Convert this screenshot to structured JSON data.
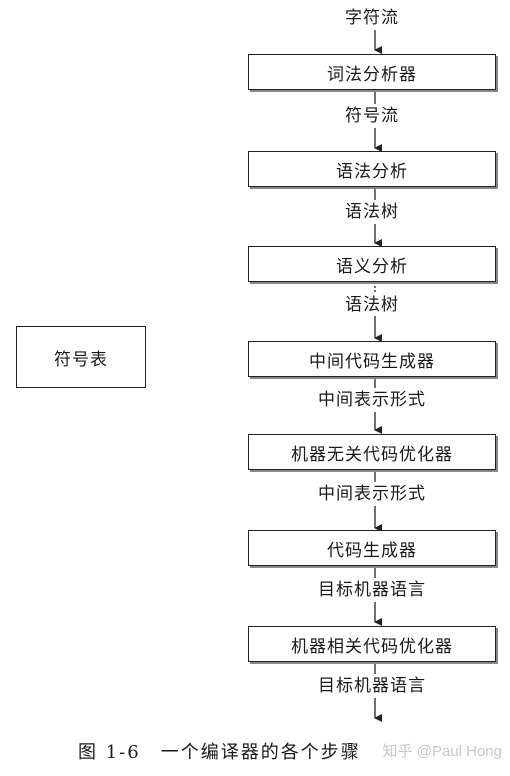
{
  "diagram": {
    "stream_labels": [
      "字符流",
      "符号流",
      "语法树",
      "语法树",
      "中间表示形式",
      "中间表示形式",
      "目标机器语言",
      "目标机器语言"
    ],
    "stages": [
      "词法分析器",
      "语法分析",
      "语义分析",
      "中间代码生成器",
      "机器无关代码优化器",
      "代码生成器",
      "机器相关代码优化器"
    ],
    "symbol_table": "符号表",
    "caption": "图 1-6　一个编译器的各个步骤"
  },
  "watermark": "知乎 @Paul Hong"
}
